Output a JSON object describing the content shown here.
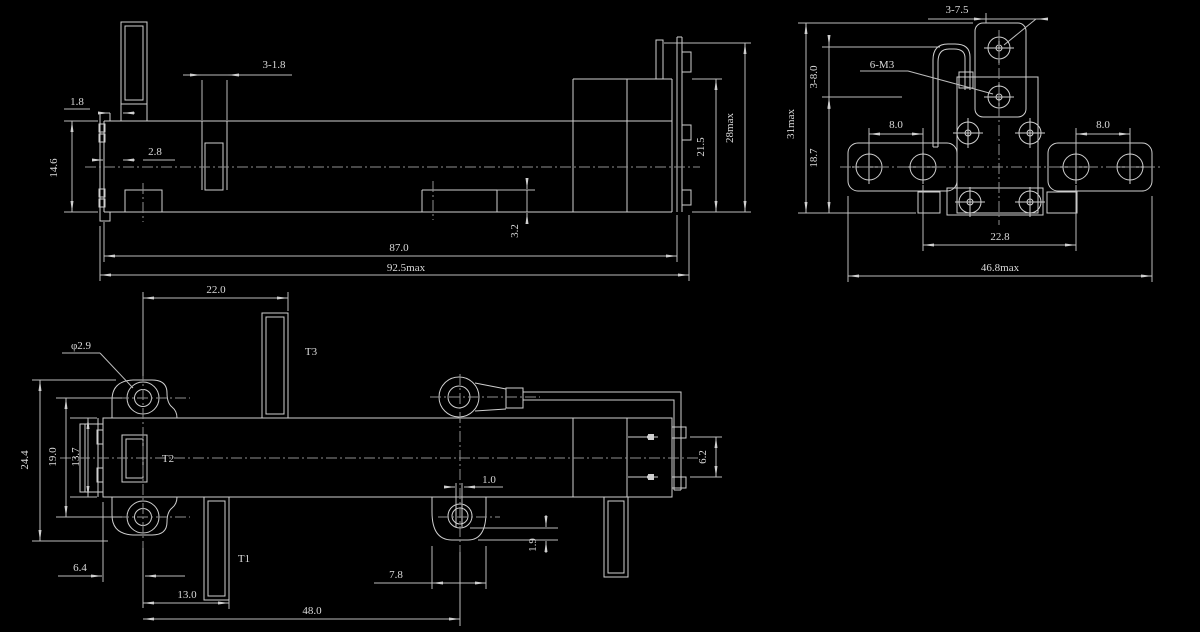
{
  "drawing": {
    "type": "engineering-drawing",
    "colors": {
      "background": "#000000",
      "line": "#cfcfcf",
      "text": "#dadada"
    },
    "side_view": {
      "bracket_gap": "1.8",
      "slot_width": "3-1.8",
      "slot_offset": "2.8",
      "body_height": "14.6",
      "foot_height": "3.2",
      "body_length": "87.0",
      "overall_length": "92.5max",
      "terminal_height": "21.5",
      "max_height": "28max"
    },
    "end_view": {
      "top_hole_pitch": "3-7.5",
      "screw_spec": "6-M3",
      "clip_height": "3-8.0",
      "max_height": "31max",
      "ear_drop": "18.7",
      "left_hole_pitch": "8.0",
      "right_hole_pitch": "8.0",
      "inner_hole_span": "22.8",
      "max_width": "46.8max"
    },
    "plan_view": {
      "lever_offset": "22.0",
      "mount_hole_dia": "φ2.9",
      "terminal_t3": "T3",
      "terminal_t2": "T2",
      "terminal_t1": "T1",
      "max_width": "24.4",
      "mount_hole_pitch": "19.0",
      "body_width": "13.7",
      "edge_to_hole": "6.4",
      "lever_edge_span": "13.0",
      "hole_span": "48.0",
      "slot_width": "1.0",
      "boss_width": "7.8",
      "boss_offset": "1.9",
      "terminal_pitch": "6.2"
    }
  }
}
